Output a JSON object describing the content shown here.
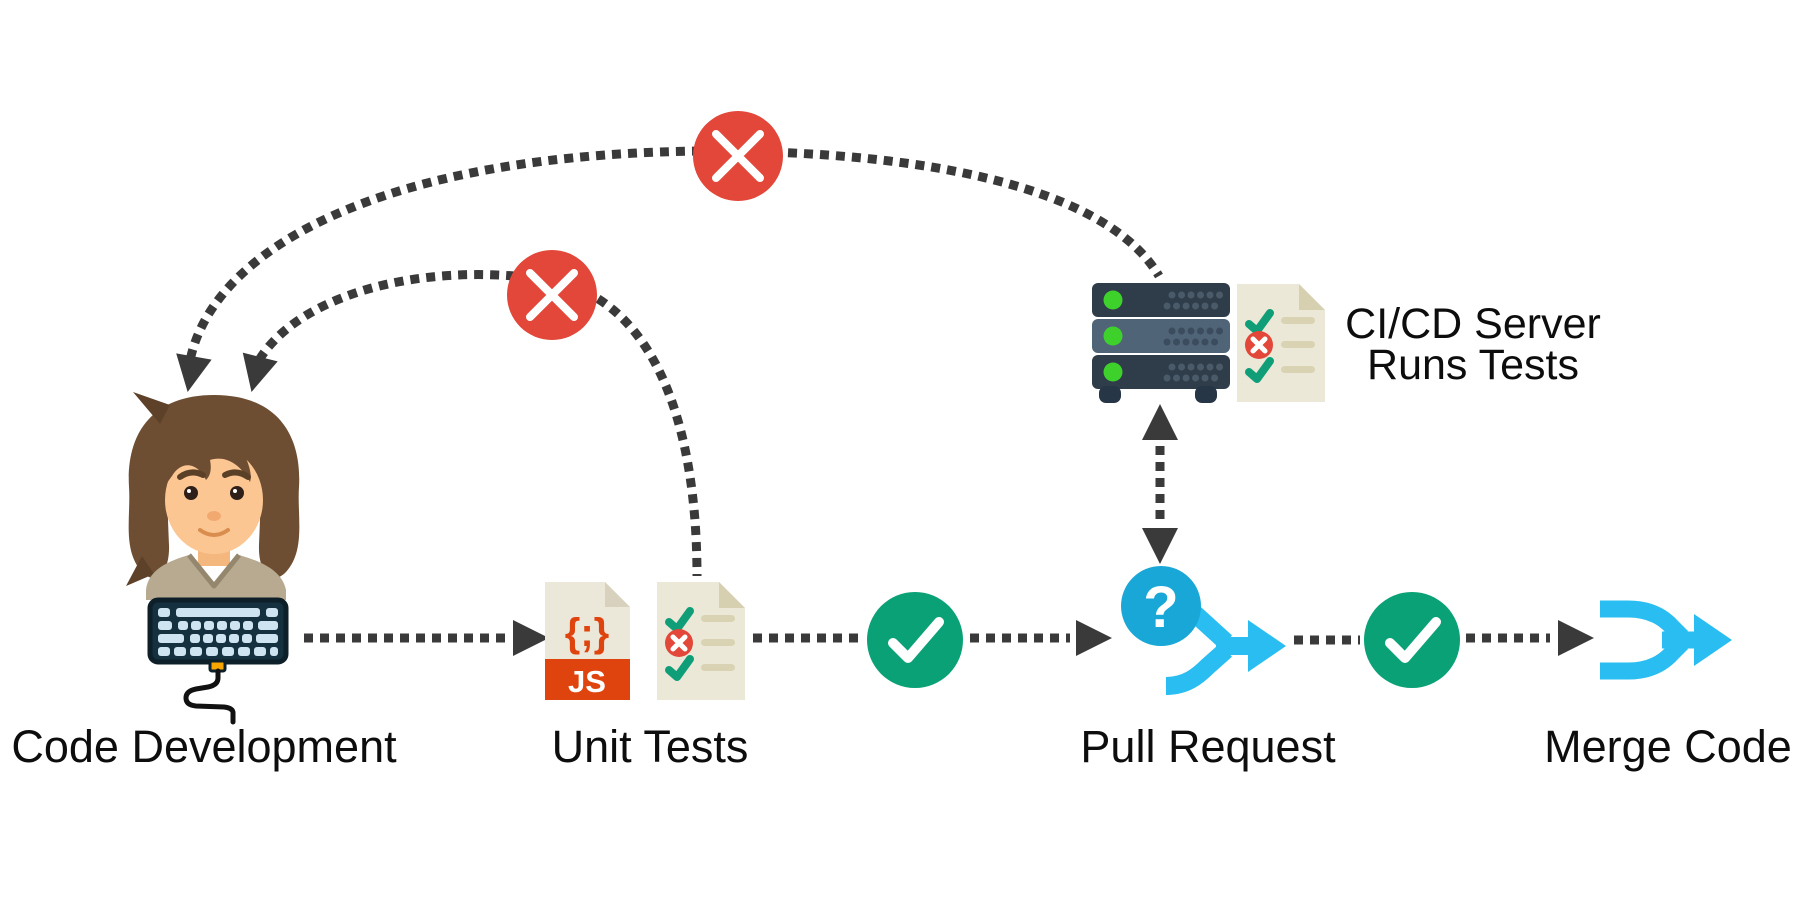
{
  "diagram": {
    "nodes": {
      "code_development": {
        "label": "Code Development"
      },
      "unit_tests": {
        "label": "Unit Tests",
        "file_badge": "JS",
        "file_glyph": "{;}"
      },
      "pull_request": {
        "label": "Pull Request",
        "question_mark": "?"
      },
      "merge_code": {
        "label": "Merge Code"
      },
      "ci_cd_server": {
        "label_line1": "CI/CD Server",
        "label_line2": "Runs Tests"
      }
    },
    "connections": [
      {
        "from": "code_development",
        "to": "unit_tests",
        "style": "dotted-arrow"
      },
      {
        "from": "unit_tests",
        "to": "pull_request",
        "style": "dotted-arrow",
        "status": "pass"
      },
      {
        "from": "pull_request",
        "to": "ci_cd_server",
        "style": "dotted-double-arrow"
      },
      {
        "from": "pull_request",
        "to": "merge_code",
        "style": "dotted-arrow",
        "status": "pass"
      },
      {
        "from": "unit_tests",
        "to": "code_development",
        "style": "dotted-curve",
        "status": "fail"
      },
      {
        "from": "ci_cd_server",
        "to": "code_development",
        "style": "dotted-curve",
        "status": "fail"
      }
    ],
    "colors": {
      "fail_red": "#e2473a",
      "pass_green": "#0ba177",
      "cyan": "#29bdf2",
      "cyan_dark": "#18a7d6",
      "js_orange": "#e0440e",
      "doc_cream": "#ece8d8",
      "doc_fold": "#d6cfb0",
      "server_dark": "#2f3d4a",
      "server_mid": "#506478",
      "led_green": "#3ed12c",
      "connector_dark": "#3a3a3a",
      "text_black": "#0d0d0d"
    }
  }
}
